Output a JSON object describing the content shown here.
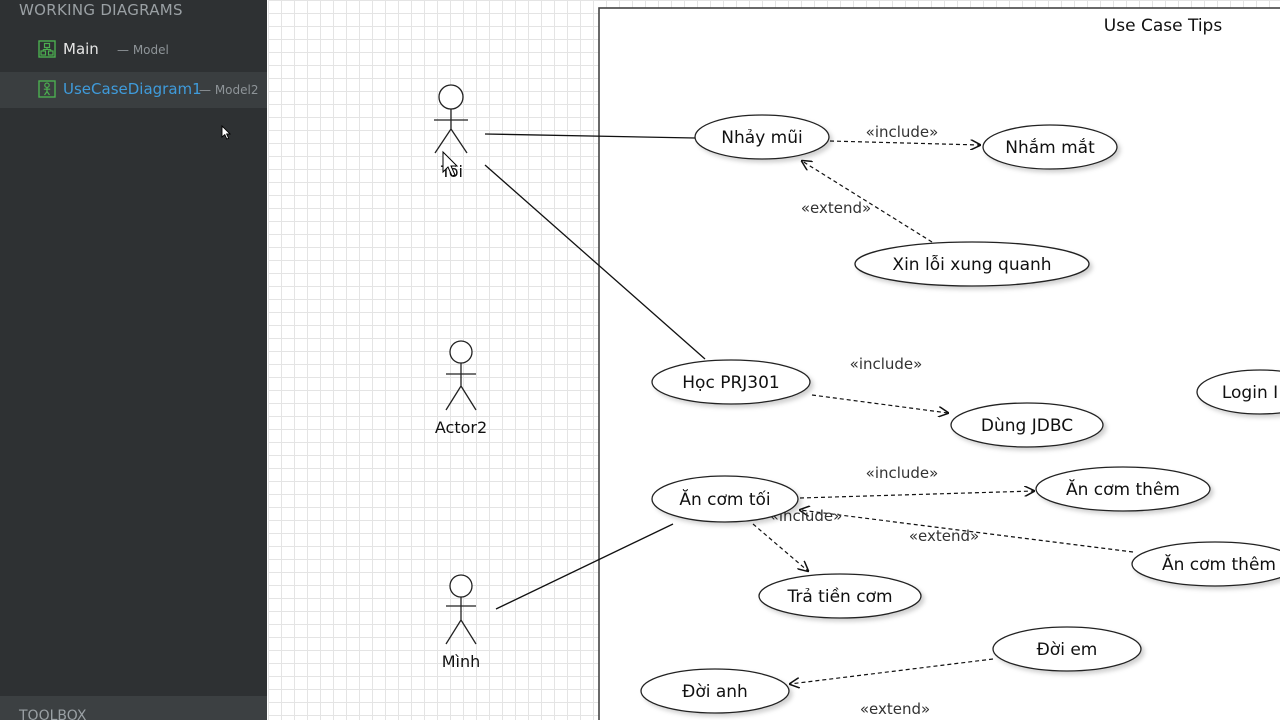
{
  "sidebar": {
    "section_title": "WORKING DIAGRAMS",
    "diagrams": [
      {
        "name": "Main",
        "model": "— Model"
      },
      {
        "name": "UseCaseDiagram1",
        "model": "— Model2"
      }
    ],
    "toolbox_label": "TOOLBOX"
  },
  "diagram": {
    "boundary_title": "Use Case Tips",
    "actors": [
      {
        "name": "Tôi"
      },
      {
        "name": "Actor2"
      },
      {
        "name": "Mình"
      }
    ],
    "use_cases": {
      "nhay_mui": "Nhảy mũi",
      "nham_mat": "Nhắm mắt",
      "xin_loi": "Xin lỗi xung quanh",
      "hoc_prj": "Học PRJ301",
      "dung_jdbc": "Dùng JDBC",
      "login": "Login I",
      "an_com_toi": "Ăn cơm tối",
      "an_com_them_1": "Ăn cơm thêm",
      "an_com_them_2": "Ăn cơm thêm",
      "tra_tien": "Trả tiền cơm",
      "doi_em": "Đời em",
      "doi_anh": "Đời anh"
    },
    "stereotypes": {
      "include_1": "«include»",
      "extend_1": "«extend»",
      "include_2": "«include»",
      "include_3": "«include»",
      "include_4": "«include»",
      "extend_2": "«extend»",
      "extend_3": "«extend»"
    }
  }
}
